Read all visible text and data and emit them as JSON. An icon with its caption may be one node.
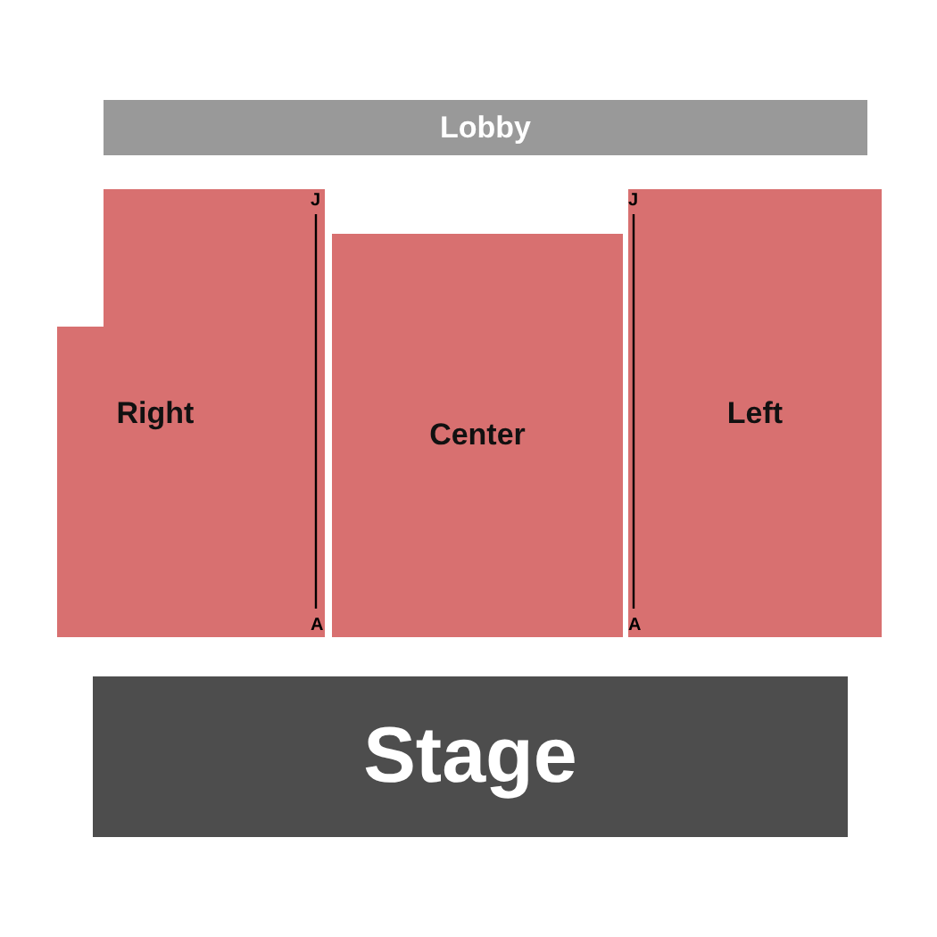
{
  "diagram": {
    "nodes": [
      {
        "text": [
          "Lobby"
        ]
      },
      {
        "text": [
          "Right"
        ]
      },
      {
        "text": [
          "Center"
        ]
      },
      {
        "text": [
          "Left"
        ]
      },
      {
        "text": [
          "Stage"
        ]
      }
    ],
    "labels": [
      "J",
      "A",
      "J",
      "A"
    ]
  }
}
